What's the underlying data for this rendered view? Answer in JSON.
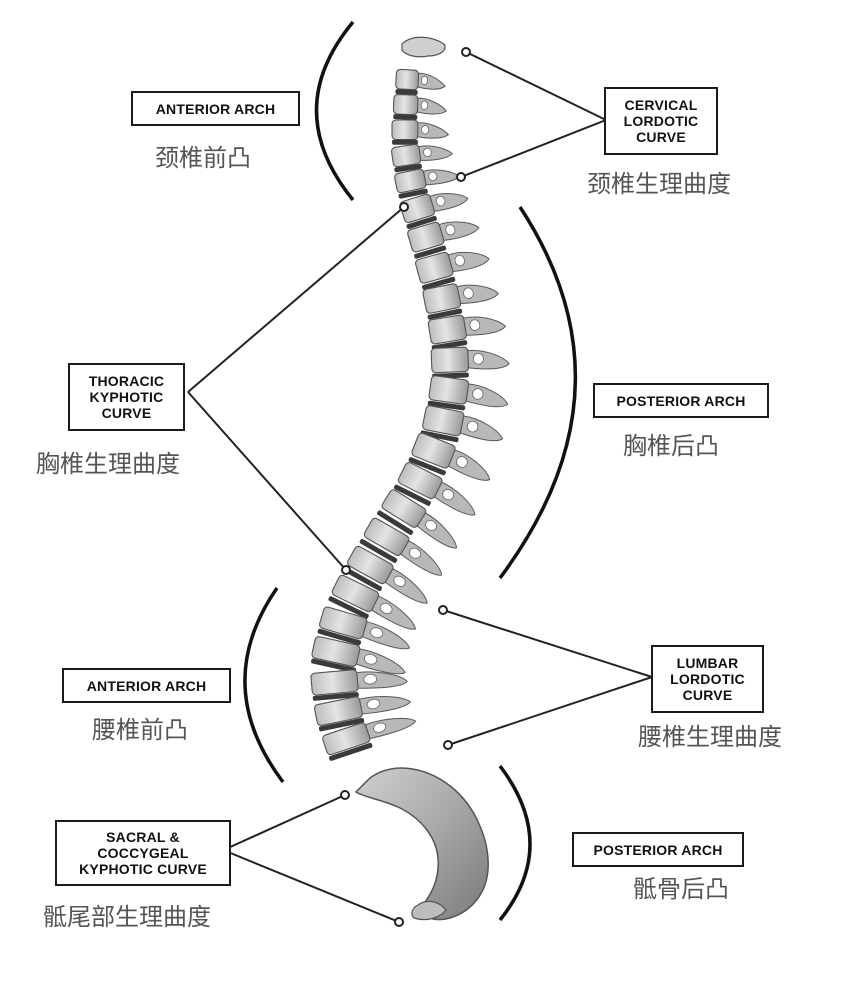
{
  "labels": {
    "anterior_arch_cervical": {
      "en": "ANTERIOR ARCH",
      "cn": "颈椎前凸"
    },
    "cervical_lordotic": {
      "en": "CERVICAL\nLORDOTIC\nCURVE",
      "cn": "颈椎生理曲度"
    },
    "thoracic_kyphotic": {
      "en": "THORACIC\nKYPHOTIC\nCURVE",
      "cn": "胸椎生理曲度"
    },
    "posterior_arch_thoracic": {
      "en": "POSTERIOR ARCH",
      "cn": "胸椎后凸"
    },
    "anterior_arch_lumbar": {
      "en": "ANTERIOR ARCH",
      "cn": "腰椎前凸"
    },
    "lumbar_lordotic": {
      "en": "LUMBAR\nLORDOTIC\nCURVE",
      "cn": "腰椎生理曲度"
    },
    "sacral_coccygeal": {
      "en": "SACRAL &\nCOCCYGEAL\nKYPHOTIC CURVE",
      "cn": "骶尾部生理曲度"
    },
    "posterior_arch_sacral": {
      "en": "POSTERIOR ARCH",
      "cn": "骶骨后凸"
    }
  },
  "colors": {
    "line": "#1a1a1a",
    "bone_light": "#d6d6d6",
    "bone_dark": "#6e6e6e",
    "disc": "#3a3a3a",
    "cn_text": "#555555"
  }
}
